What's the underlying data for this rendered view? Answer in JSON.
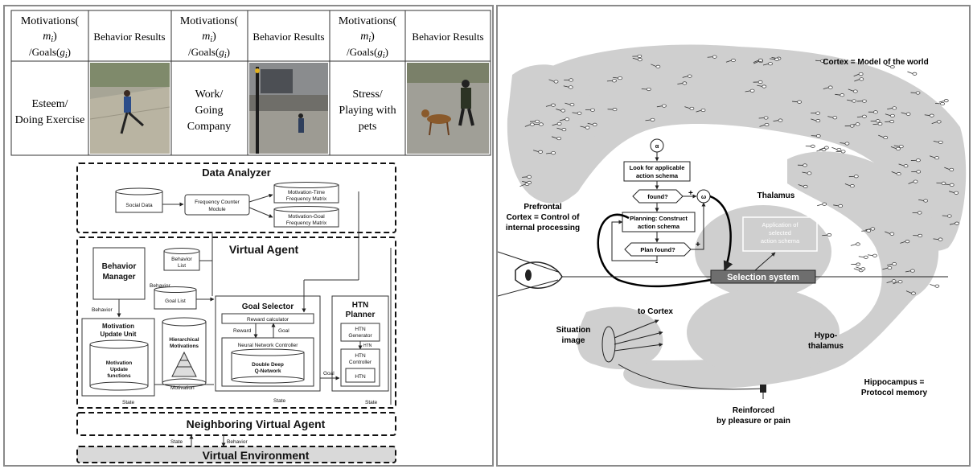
{
  "table": {
    "col_motivation": [
      "Motivations(",
      "m",
      "i",
      ")",
      "/Goals(",
      "g",
      "i",
      ")"
    ],
    "col_behavior": "Behavior Results",
    "rows": [
      {
        "line1": "Esteem/",
        "line2": "Doing Exercise",
        "line3": ""
      },
      {
        "line1": "Work/",
        "line2": "Going",
        "line3": "Company"
      },
      {
        "line1": "Stress/",
        "line2": "Playing with",
        "line3": "pets"
      }
    ]
  },
  "arch": {
    "data_analyzer": {
      "title": "Data Analyzer",
      "social_data": "Social Data",
      "freq_counter": [
        "Frequency Counter",
        "Module"
      ],
      "mt_matrix": [
        "Motivation-Time",
        "Frequency Matrix"
      ],
      "mg_matrix": [
        "Motivation-Goal",
        "Frequency Matrix"
      ]
    },
    "virtual_agent": {
      "title": "Virtual Agent",
      "behavior_manager": [
        "Behavior",
        "Manager"
      ],
      "behavior_list": [
        "Behavior",
        "List"
      ],
      "goal_list": "Goal List",
      "motivation_update_unit": [
        "Motivation",
        "Update Unit"
      ],
      "motivation_update_functions": [
        "Motivation",
        "Update",
        "functions"
      ],
      "hierarchical_motivations": [
        "Hierarchical",
        "Motivations"
      ],
      "goal_selector": "Goal Selector",
      "reward_calculator": "Reward calculator",
      "reward": "Reward",
      "goal": "Goal",
      "nn_controller": "Neural Network Controller",
      "ddqn": [
        "Double Deep",
        "Q-Network"
      ],
      "htn_planner": [
        "HTN",
        "Planner"
      ],
      "htn_generator": [
        "HTN",
        "Generator"
      ],
      "htn_arrow": "HTN",
      "htn_controller": [
        "HTN",
        "Controller"
      ],
      "htn": "HTN",
      "behavior": "Behavior",
      "motivation": "Motivation",
      "state": "State"
    },
    "neighboring": "Neighboring Virtual Agent",
    "environment": "Virtual Environment",
    "state": "State",
    "behavior": "Behavior"
  },
  "brain": {
    "cortex": "Cortex = Model of the world",
    "prefrontal": [
      "Prefrontal",
      "Cortex = Control of",
      "internal processing"
    ],
    "thalamus": "Thalamus",
    "alpha": "α",
    "omega": "ω",
    "look_for": [
      "Look for applicable",
      "action schema"
    ],
    "found": "found?",
    "plus": "+",
    "minus": "-",
    "planning": [
      "Planning: Construct",
      "action schema"
    ],
    "plan_found": "Plan found?",
    "application": [
      "Application of",
      "selected",
      "action schema"
    ],
    "selection_system": "Selection system",
    "to_cortex": "to Cortex",
    "situation": [
      "Situation",
      "image"
    ],
    "hypothalamus": [
      "Hypo-",
      "thalamus"
    ],
    "hippocampus": [
      "Hippocampus =",
      "Protocol memory"
    ],
    "reinforced": [
      "Reinforced",
      "by pleasure or pain"
    ]
  }
}
